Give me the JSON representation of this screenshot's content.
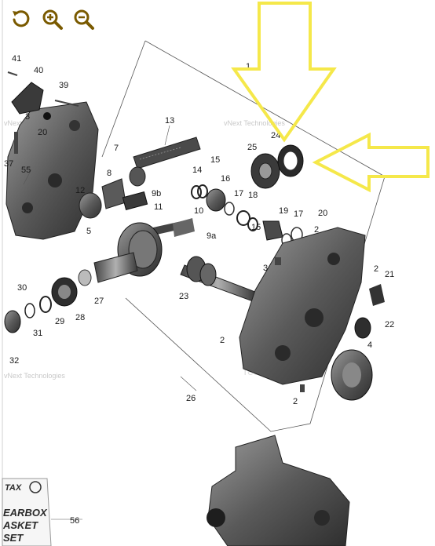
{
  "toolbar": {
    "accent": "#7a5a00",
    "tools": [
      {
        "name": "rotate-reset",
        "icon": "rotate-ccw-icon"
      },
      {
        "name": "zoom-in",
        "icon": "zoom-in-icon"
      },
      {
        "name": "zoom-out",
        "icon": "zoom-out-icon"
      }
    ]
  },
  "watermark": {
    "line1": "vNext Technologies",
    "line2": "vNext",
    "line3": "Technologies"
  },
  "labels": {
    "brand": "TAX",
    "doc_line1": "EARBOX",
    "doc_line2": "ASKET",
    "doc_line3": "SET"
  },
  "callouts": [
    "41",
    "40",
    "39",
    "3",
    "20",
    "37",
    "55",
    "7",
    "8",
    "13",
    "14",
    "15",
    "16",
    "17",
    "18",
    "19",
    "1",
    "25",
    "24",
    "12",
    "11",
    "9b",
    "10",
    "9a",
    "5",
    "17",
    "20",
    "2",
    "15",
    "30",
    "27",
    "29",
    "28",
    "31",
    "32",
    "23",
    "3",
    "2",
    "21",
    "22",
    "4",
    "2",
    "26",
    "2",
    "56"
  ],
  "highlight_color": "#f5e84a"
}
